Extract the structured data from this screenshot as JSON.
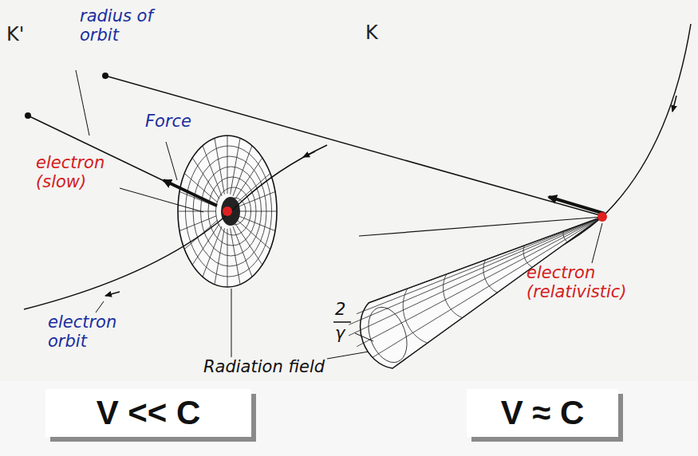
{
  "diagram": {
    "nodes": [
      {
        "text": [
          "V << C"
        ]
      },
      {
        "text": [
          "V ≈ C"
        ]
      }
    ],
    "labels": [
      "K'",
      "radius of orbit",
      "Force",
      "electron (slow)",
      "electron orbit",
      "Radiation field",
      "K",
      "2",
      "γ",
      "electron (relativistic)"
    ]
  }
}
